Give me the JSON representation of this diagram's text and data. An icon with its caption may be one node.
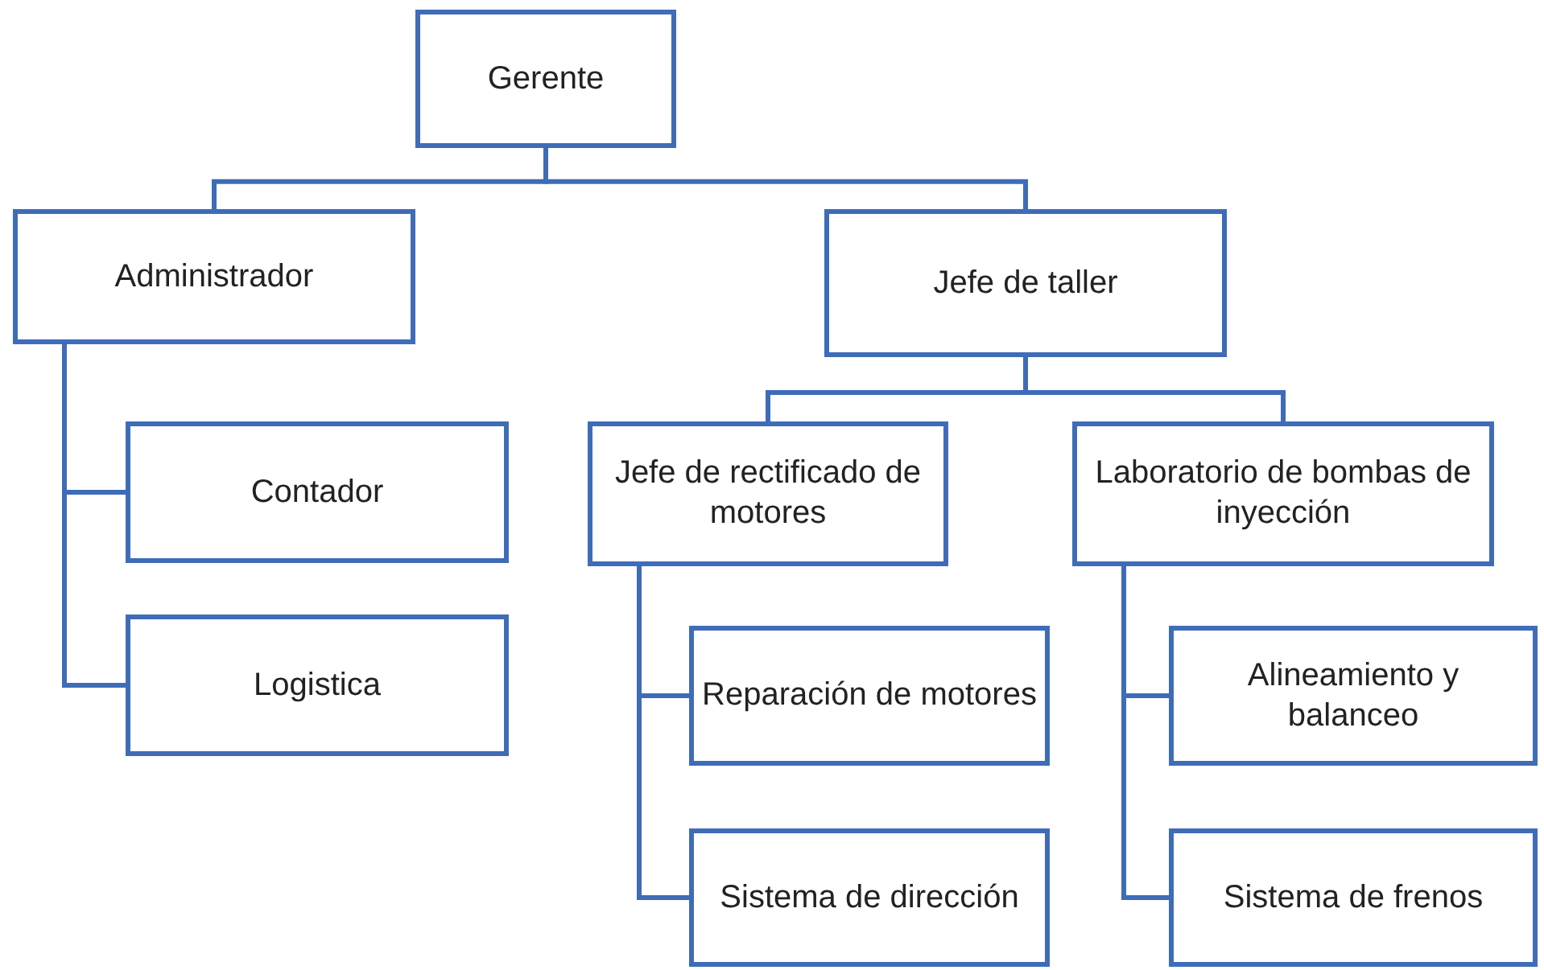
{
  "diagram": {
    "nodes": [
      {
        "text": [
          "Gerente"
        ]
      },
      {
        "text": [
          "Administrador"
        ]
      },
      {
        "text": [
          "Jefe de taller"
        ]
      },
      {
        "text": [
          "Contador"
        ]
      },
      {
        "text": [
          "Logistica"
        ]
      },
      {
        "text": [
          "Jefe de rectificado de motores"
        ]
      },
      {
        "text": [
          "Laboratorio de bombas de inyección"
        ]
      },
      {
        "text": [
          "Reparación de motores"
        ]
      },
      {
        "text": [
          "Sistema de dirección"
        ]
      },
      {
        "text": [
          "Alineamiento y balanceo"
        ]
      },
      {
        "text": [
          "Sistema de frenos"
        ]
      }
    ],
    "edges": [
      {
        "from": 0,
        "to": 1,
        "arrow": "none"
      },
      {
        "from": 0,
        "to": 2,
        "arrow": "none"
      },
      {
        "from": 1,
        "to": 3,
        "arrow": "none"
      },
      {
        "from": 1,
        "to": 4,
        "arrow": "none"
      },
      {
        "from": 2,
        "to": 5,
        "arrow": "none"
      },
      {
        "from": 2,
        "to": 6,
        "arrow": "none"
      },
      {
        "from": 5,
        "to": 7,
        "arrow": "none"
      },
      {
        "from": 5,
        "to": 8,
        "arrow": "none"
      },
      {
        "from": 6,
        "to": 9,
        "arrow": "none"
      },
      {
        "from": 6,
        "to": 10,
        "arrow": "none"
      }
    ]
  }
}
